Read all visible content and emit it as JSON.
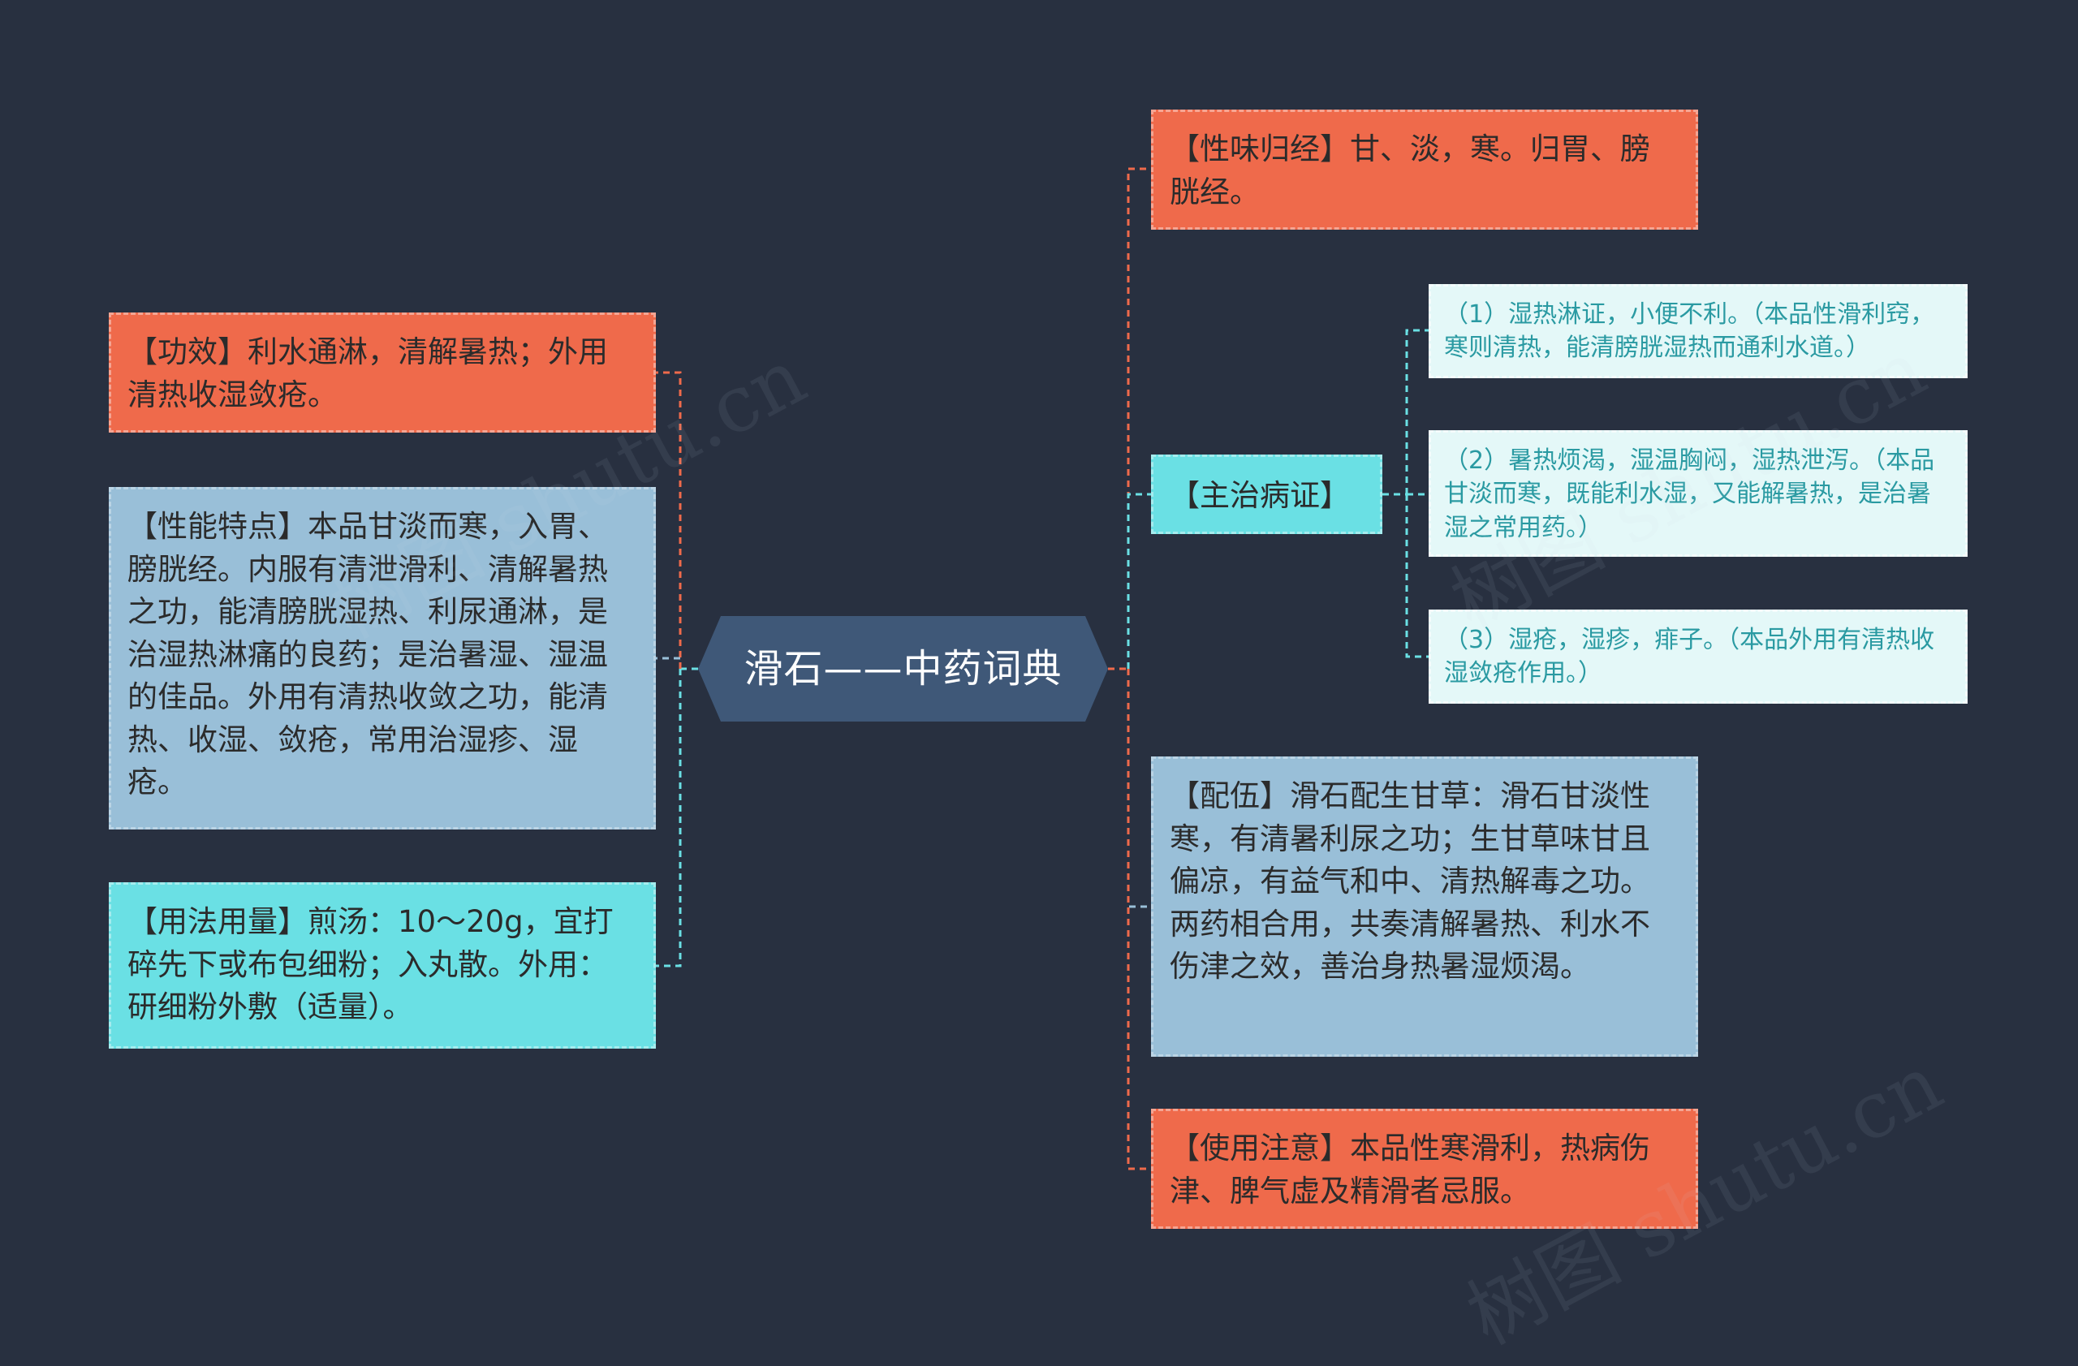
{
  "center": {
    "label": "滑石——中药词典"
  },
  "left_nodes": [
    {
      "id": "gongxiao",
      "text": "【功效】利水通淋，清解暑热；外用清热收湿敛疮。"
    },
    {
      "id": "xingneng",
      "text": "【性能特点】本品甘淡而寒，入胃、膀胱经。内服有清泄滑利、清解暑热之功，能清膀胱湿热、利尿通淋，是治湿热淋痛的良药；是治暑湿、湿温的佳品。外用有清热收敛之功，能清热、收湿、敛疮，常用治湿疹、湿疮。"
    },
    {
      "id": "yongfa",
      "text": "【用法用量】煎汤：10～20g，宜打碎先下或布包细粉；入丸散。外用：研细粉外敷（适量）。"
    }
  ],
  "right_nodes": [
    {
      "id": "xingwei",
      "text": "【性味归经】甘、淡，寒。归胃、膀胱经。"
    },
    {
      "id": "zhuzhi",
      "text": "【主治病证】"
    },
    {
      "id": "peiwu",
      "text": "【配伍】滑石配生甘草：滑石甘淡性寒，有清暑利尿之功；生甘草味甘且偏凉，有益气和中、清热解毒之功。两药相合用，共奏清解暑热、利水不伤津之效，善治身热暑湿烦渴。"
    },
    {
      "id": "shiyong",
      "text": "【使用注意】本品性寒滑利，热病伤津、脾气虚及精滑者忌服。"
    }
  ],
  "sub_nodes": [
    {
      "id": "zhuzhi-1",
      "text": "（1）湿热淋证，小便不利。（本品性滑利窍，寒则清热，能清膀胱湿热而通利水道。）"
    },
    {
      "id": "zhuzhi-2",
      "text": "（2）暑热烦渴，湿温胸闷，湿热泄泻。（本品甘淡而寒，既能利水湿，又能解暑热，是治暑湿之常用药。）"
    },
    {
      "id": "zhuzhi-3",
      "text": "（3）湿疮，湿疹，痱子。（本品外用有清热收湿敛疮作用。）"
    }
  ],
  "watermarks": [
    "树图 shutu.cn",
    "树图 shutu.cn",
    "树图 shutu.cn"
  ],
  "colors": {
    "background": "#283040",
    "center": "#3f5878",
    "orange": "#ef6a4b",
    "blue": "#99bfd8",
    "cyan": "#6ae0e4",
    "pale": "#e4f8f8",
    "connector_orange": "#ef6a4b",
    "connector_cyan": "#6ae0e4"
  }
}
